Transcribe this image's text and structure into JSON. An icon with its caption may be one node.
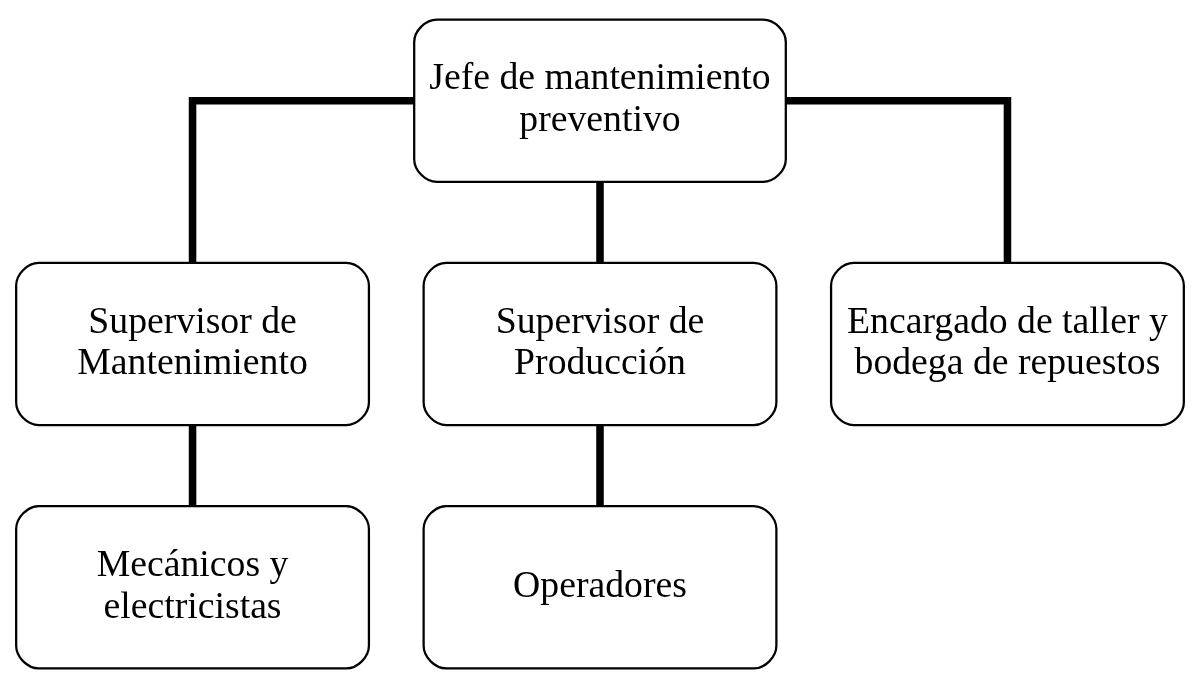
{
  "diagram": {
    "nodes": [
      {
        "text": [
          "Jefe de mantenimiento preventivo"
        ]
      },
      {
        "text": [
          "Supervisor de Mantenimiento"
        ]
      },
      {
        "text": [
          "Supervisor de Producción"
        ]
      },
      {
        "text": [
          "Encargado de taller y bodega de repuestos"
        ]
      },
      {
        "text": [
          "Mecánicos y electricistas"
        ]
      },
      {
        "text": [
          "Operadores"
        ]
      }
    ],
    "edges": [
      {
        "from": 0,
        "to": 1,
        "arrow": "none"
      },
      {
        "from": 0,
        "to": 2,
        "arrow": "none"
      },
      {
        "from": 0,
        "to": 3,
        "arrow": "none"
      },
      {
        "from": 1,
        "to": 4,
        "arrow": "none"
      },
      {
        "from": 2,
        "to": 5,
        "arrow": "none"
      }
    ]
  }
}
